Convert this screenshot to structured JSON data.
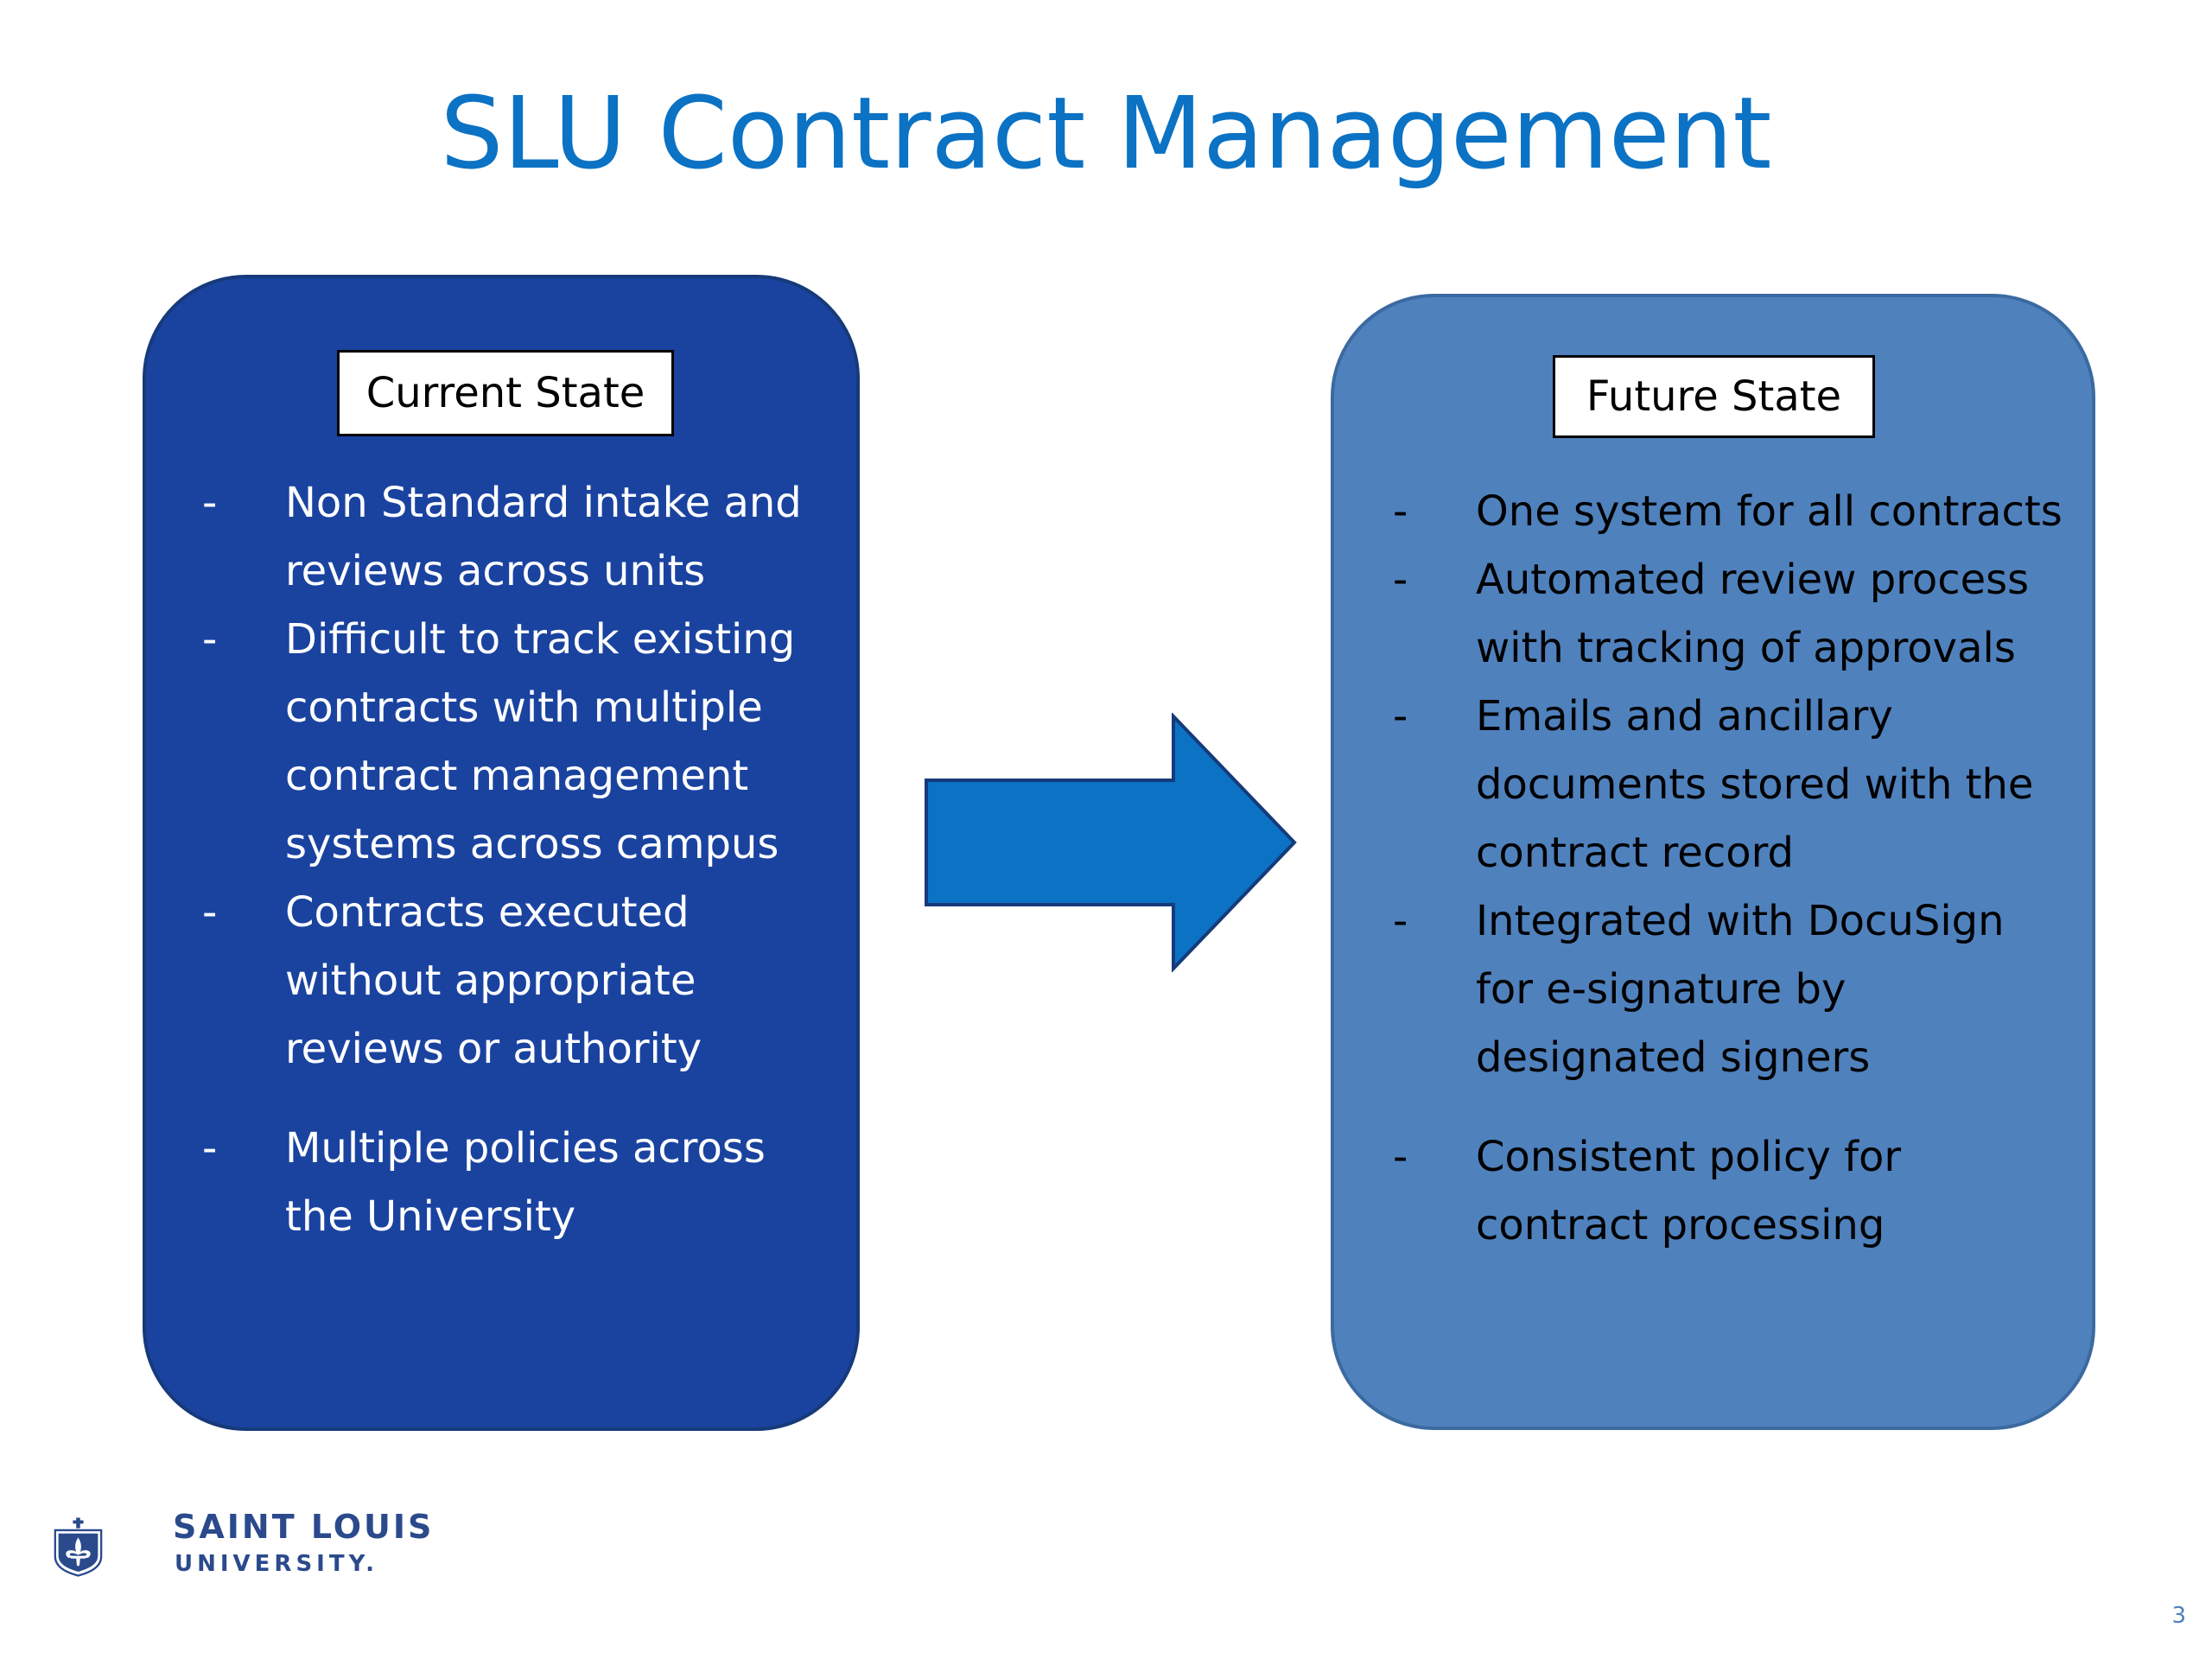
{
  "slide": {
    "title": "SLU Contract Management",
    "page_number": "3"
  },
  "current_state": {
    "label": "Current State",
    "bullets": [
      [
        "Non Standard intake and",
        "reviews across units"
      ],
      [
        "Difficult to track existing",
        "contracts with multiple",
        "contract management",
        "systems across campus"
      ],
      [
        "Contracts executed",
        "without appropriate",
        "reviews or authority"
      ],
      [
        "Multiple policies across",
        "the University"
      ]
    ]
  },
  "future_state": {
    "label": "Future State",
    "bullets": [
      [
        "One system for all contracts"
      ],
      [
        "Automated review process",
        "with tracking of approvals"
      ],
      [
        "Emails and ancillary",
        "documents stored with the",
        "contract record"
      ],
      [
        "Integrated with DocuSign",
        "for e-signature by",
        "designated signers"
      ],
      [
        "Consistent policy for",
        "contract processing"
      ]
    ]
  },
  "logo": {
    "name": "SAINT LOUIS",
    "sub": "UNIVERSITY."
  },
  "colors": {
    "title": "#0b72c4",
    "current_panel": "#1a43a0",
    "future_panel": "#4f81bd",
    "arrow": "#0b72c4",
    "logo": "#2a4a8c"
  },
  "icons": {
    "arrow": "right-arrow-icon",
    "logo": "fleur-de-lis-shield-icon"
  }
}
